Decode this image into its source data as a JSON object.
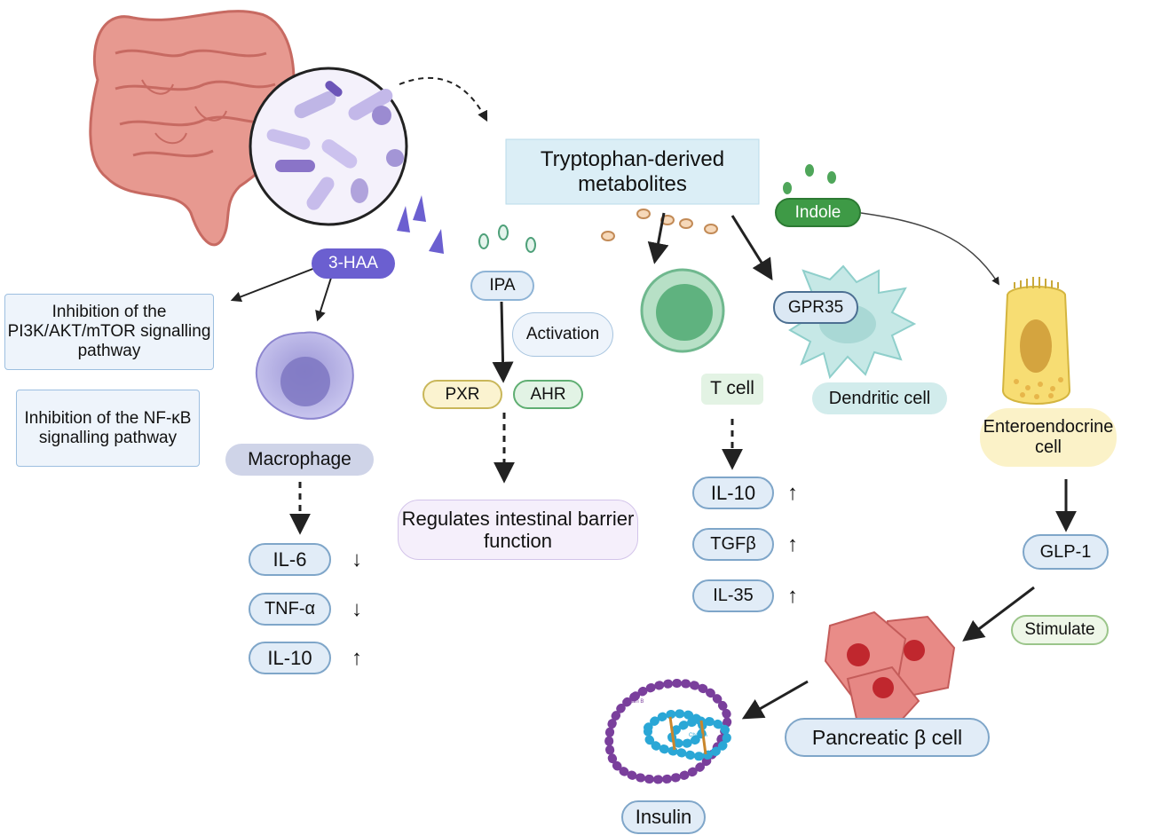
{
  "labels": {
    "tryptophan": "Tryptophan-derived metabolites",
    "haa": "3-HAA",
    "ipa": "IPA",
    "indole": "Indole",
    "pi3k": "Inhibition of the PI3K/AKT/mTOR signalling pathway",
    "nfkb": "Inhibition of the NF-κB signalling pathway",
    "macrophage": "Macrophage",
    "activation": "Activation",
    "pxr": "PXR",
    "ahr": "AHR",
    "barrier": "Regulates intestinal barrier function",
    "tcell": "T cell",
    "gpr35": "GPR35",
    "dendritic": "Dendritic cell",
    "enteroendocrine": "Enteroendocrine cell",
    "glp1": "GLP-1",
    "stimulate": "Stimulate",
    "pancreatic": "Pancreatic β cell",
    "insulin": "Insulin",
    "chain_b": "Chain B",
    "chain_a": "Chain A"
  },
  "macrophage_cytokines": [
    {
      "name": "IL-6",
      "direction": "down"
    },
    {
      "name": "TNF-α",
      "direction": "down"
    },
    {
      "name": "IL-10",
      "direction": "up"
    }
  ],
  "tcell_cytokines": [
    {
      "name": "IL-10",
      "direction": "up"
    },
    {
      "name": "TGFβ",
      "direction": "up"
    },
    {
      "name": "IL-35",
      "direction": "up"
    }
  ],
  "colors": {
    "pill_border": "#7fa6c9",
    "pill_fill": "#e1ecf7",
    "haa": "#6b5fd0",
    "indole": "#3e9a46",
    "tcell": "#6fb88e",
    "dendritic": "#bfe3e1",
    "enteroendocrine": "#f0d57a",
    "pancreatic": "#d9696b",
    "gut": "#e48c84",
    "insulin_chain_b": "#7a3f9c",
    "insulin_chain_a": "#2aa7d6"
  }
}
